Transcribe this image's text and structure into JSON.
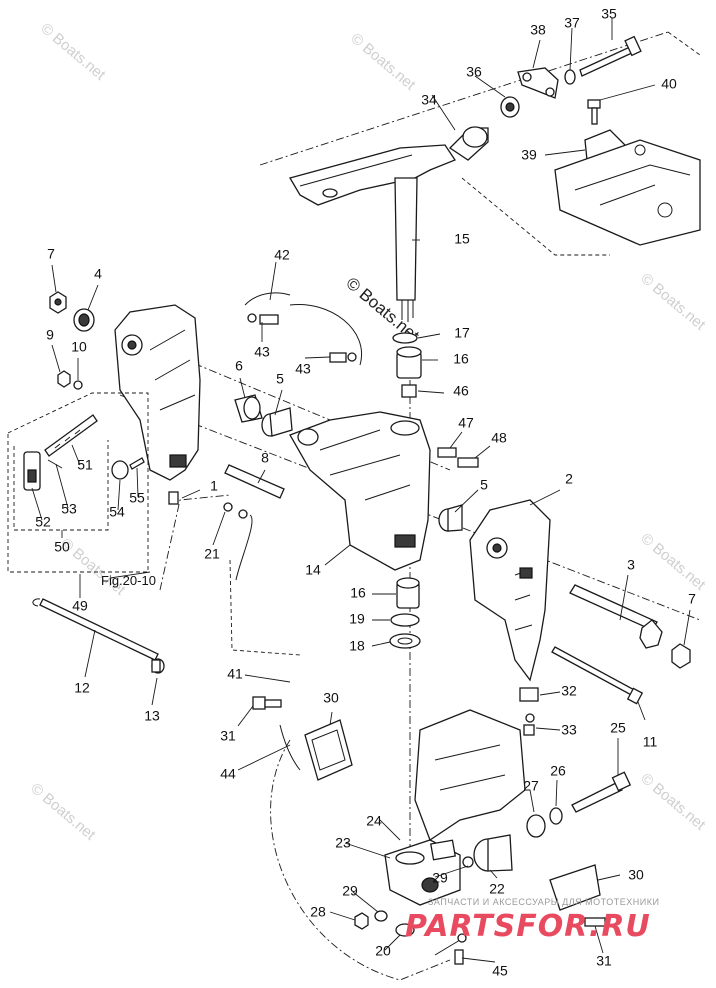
{
  "watermarks": [
    "© Boats.net",
    "© Boats.net",
    "© Boats.net",
    "© Boats.net",
    "© Boats.net",
    "© Boats.net",
    "© Boats.net"
  ],
  "watermark_center": "© Boats.net",
  "fig_reference": "Fig.20-10",
  "brand": {
    "logo_text": "PARTSFOR.RU",
    "tagline": "ЗАПЧАСТИ И АКСЕССУАРЫ ДЛЯ МОТОТЕХНИКИ",
    "color": "#e84a5f"
  },
  "callouts": {
    "c1": "1",
    "c2": "2",
    "c3": "3",
    "c4": "4",
    "c5a": "5",
    "c5b": "5",
    "c6": "6",
    "c7a": "7",
    "c7b": "7",
    "c8": "8",
    "c9": "9",
    "c10": "10",
    "c11": "11",
    "c12": "12",
    "c13": "13",
    "c14": "14",
    "c15": "15",
    "c16a": "16",
    "c16b": "16",
    "c17": "17",
    "c18": "18",
    "c19": "19",
    "c20": "20",
    "c21": "21",
    "c22": "22",
    "c23": "23",
    "c24": "24",
    "c25": "25",
    "c26": "26",
    "c27": "27",
    "c28": "28",
    "c29a": "29",
    "c29b": "29",
    "c30a": "30",
    "c30b": "30",
    "c31a": "31",
    "c31b": "31",
    "c32": "32",
    "c33": "33",
    "c34": "34",
    "c35": "35",
    "c36": "36",
    "c37": "37",
    "c38": "38",
    "c39": "39",
    "c40": "40",
    "c41": "41",
    "c42": "42",
    "c43a": "43",
    "c43b": "43",
    "c44": "44",
    "c45": "45",
    "c46": "46",
    "c47": "47",
    "c48": "48",
    "c49": "49",
    "c50": "50",
    "c51": "51",
    "c52": "52",
    "c53": "53",
    "c54": "54",
    "c55": "55"
  }
}
